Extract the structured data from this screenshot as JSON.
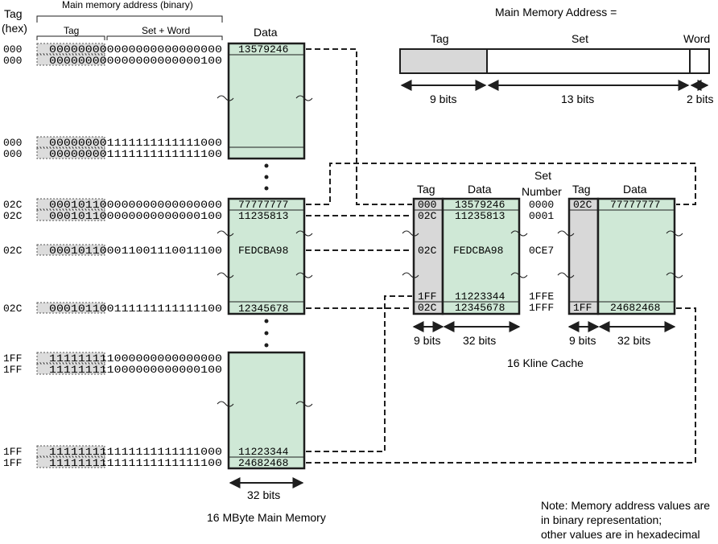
{
  "main_memory": {
    "tag_header": [
      "Tag",
      "(hex)"
    ],
    "address_header": "Main memory address (binary)",
    "tag_sub": "Tag",
    "setword_sub": "Set + Word",
    "data_header": "Data",
    "rows": [
      {
        "tag": "000",
        "binary": "000000000000000000000000",
        "data": "13579246"
      },
      {
        "tag": "000",
        "binary": "000000000000000000000100",
        "data": ""
      },
      {
        "tag": "000",
        "binary": "000000001111111111111000",
        "data": ""
      },
      {
        "tag": "000",
        "binary": "000000001111111111111100",
        "data": ""
      },
      {
        "tag": "02C",
        "binary": "000101100000000000000000",
        "data": "77777777"
      },
      {
        "tag": "02C",
        "binary": "000101100000000000000100",
        "data": "11235813"
      },
      {
        "tag": "02C",
        "binary": "000101100011001110011100",
        "data": "FEDCBA98"
      },
      {
        "tag": "02C",
        "binary": "000101100111111111111100",
        "data": "12345678"
      },
      {
        "tag": "1FF",
        "binary": "111111111000000000000000",
        "data": ""
      },
      {
        "tag": "1FF",
        "binary": "111111111000000000000100",
        "data": ""
      },
      {
        "tag": "1FF",
        "binary": "111111111111111111111000",
        "data": "11223344"
      },
      {
        "tag": "1FF",
        "binary": "111111111111111111111100",
        "data": "24682468"
      }
    ],
    "width_label": "32 bits",
    "caption": "16 MByte Main Memory"
  },
  "address_format": {
    "title": "Main Memory Address =",
    "fields": [
      {
        "name": "Tag",
        "bits": "9 bits"
      },
      {
        "name": "Set",
        "bits": "13 bits"
      },
      {
        "name": "Word",
        "bits": "2 bits"
      }
    ]
  },
  "cache": {
    "headers": {
      "tag": "Tag",
      "data": "Data",
      "set_number": [
        "Set",
        "Number"
      ]
    },
    "way0": [
      {
        "tag": "000",
        "data": "13579246"
      },
      {
        "tag": "02C",
        "data": "11235813"
      },
      {
        "tag": "02C",
        "data": "FEDCBA98"
      },
      {
        "tag": "1FF",
        "data": "11223344"
      },
      {
        "tag": "02C",
        "data": "12345678"
      }
    ],
    "set_numbers": [
      "0000",
      "0001",
      "0CE7",
      "1FFE",
      "1FFF"
    ],
    "way1": [
      {
        "tag": "02C",
        "data": "77777777"
      },
      {
        "tag": "1FF",
        "data": "24682468"
      }
    ],
    "tag_width": "9 bits",
    "data_width": "32 bits",
    "caption": "16 Kline Cache"
  },
  "note": [
    "Note: Memory address values are",
    "in binary representation;",
    "other values are in hexadecimal"
  ],
  "colors": {
    "data_fill": "#cfe8d6",
    "tag_fill": "#d8d8d8"
  }
}
